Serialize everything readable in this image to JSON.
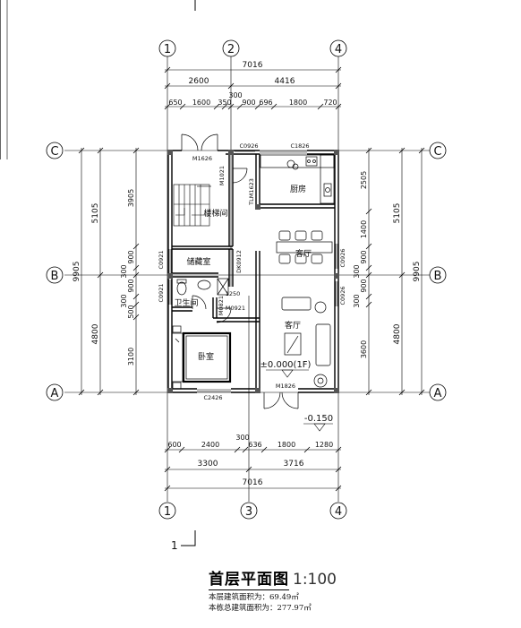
{
  "title": "首层平面图",
  "scale": "1:100",
  "floor_area_line": "本层建筑面积为：69.49㎡",
  "total_area_line": "本栋总建筑面积为：277.97㎡",
  "section_mark": "1",
  "axes": {
    "top": [
      "1",
      "2",
      "4"
    ],
    "bottom": [
      "1",
      "3",
      "4"
    ],
    "left": [
      "C",
      "B",
      "A"
    ],
    "right": [
      "C",
      "B",
      "A"
    ]
  },
  "dims": {
    "top_total": "7016",
    "top_mid": [
      "2600",
      "4416"
    ],
    "top_detail": [
      "650",
      "1600",
      "350",
      "300",
      "900",
      "696",
      "1800",
      "720"
    ],
    "bottom_detail": [
      "600",
      "2400",
      "300",
      "636",
      "1800",
      "1280"
    ],
    "bottom_mid": [
      "3300",
      "3716"
    ],
    "bottom_total": "7016",
    "left_total": "9905",
    "left_mid": [
      "5105",
      "4800"
    ],
    "left_inner": [
      "3905",
      "900",
      "300",
      "900",
      "300",
      "500",
      "3100"
    ],
    "right_total": "9905",
    "right_mid": [
      "5105",
      "4800"
    ],
    "right_inner": [
      "2505",
      "1400",
      "900",
      "300",
      "900",
      "300",
      "3600"
    ]
  },
  "rooms": {
    "stair": "楼梯间",
    "storage": "储藏室",
    "bath": "卫生间",
    "bedroom": "卧室",
    "kitchen": "厨房",
    "dining": "客厅",
    "living": "客厅"
  },
  "codes": {
    "m1626": "M1626",
    "m1021": "M1021",
    "c0926a": "C0926",
    "c1826": "C1826",
    "tlm": "TLM1623",
    "c0921a": "C0921",
    "c0921b": "C0921",
    "dk": "DK0912",
    "m0921": "M0921",
    "m0821": "M0821",
    "c0926b": "C0926",
    "c0926c": "C0926",
    "m1826": "M1826",
    "c2426": "C2426",
    "d1250": "1250"
  },
  "levels": {
    "floor": "±0.000(1F)",
    "outside": "-0.150"
  }
}
